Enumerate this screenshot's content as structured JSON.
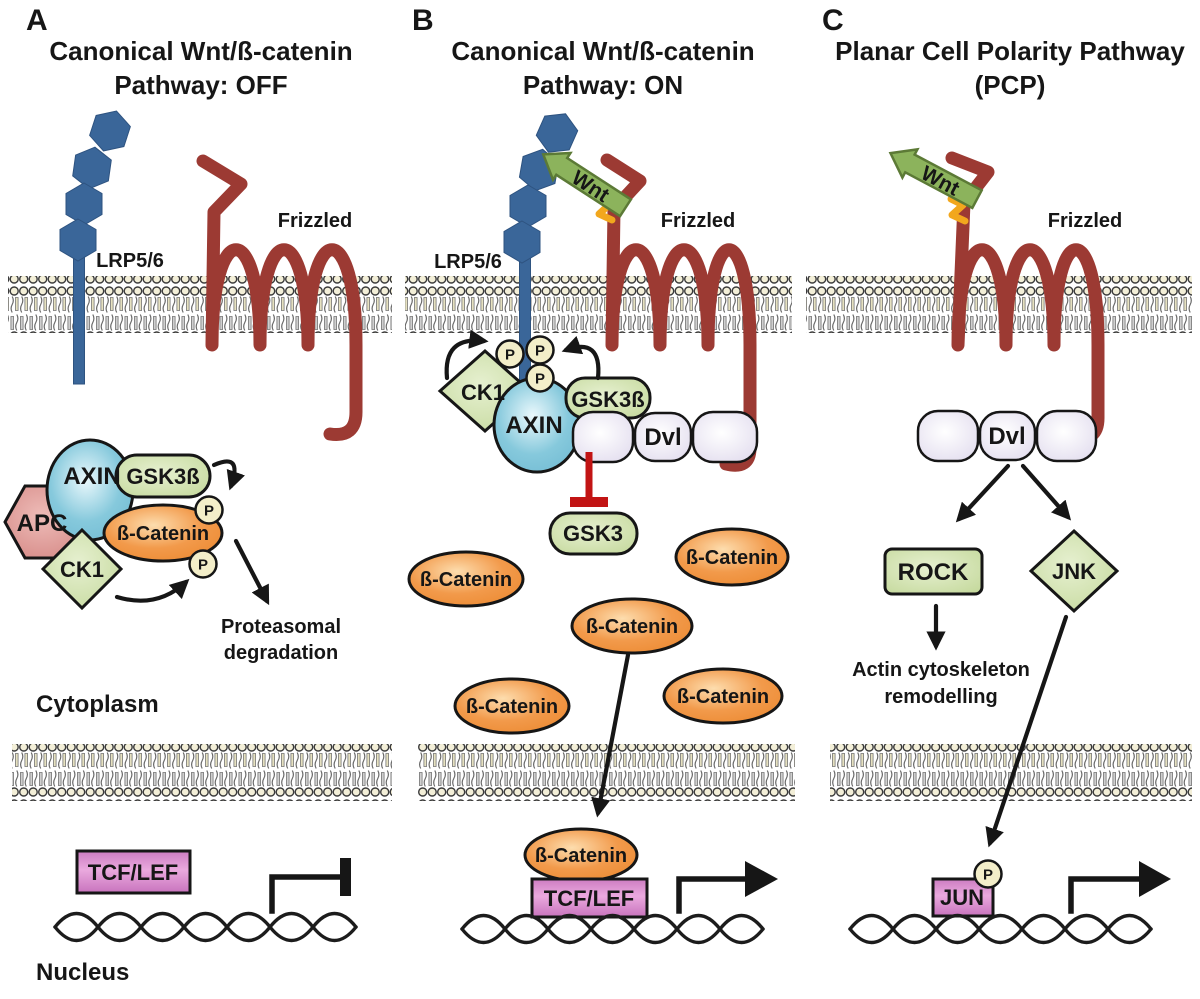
{
  "panel_a": {
    "label": "A",
    "title1": "Canonical Wnt/ß-catenin",
    "title2": "Pathway: OFF",
    "lrp": "LRP5/6",
    "frizzled": "Frizzled",
    "axin": "AXIN",
    "gsk3b": "GSK3ß",
    "apc": "APC",
    "ck1": "CK1",
    "b_catenin": "ß-Catenin",
    "p": "P",
    "proteasomal1": "Proteasomal",
    "proteasomal2": "degradation",
    "cytoplasm": "Cytoplasm",
    "nucleus": "Nucleus",
    "tcf_lef": "TCF/LEF"
  },
  "panel_b": {
    "label": "B",
    "title1": "Canonical Wnt/ß-catenin",
    "title2": "Pathway: ON",
    "lrp": "LRP5/6",
    "frizzled": "Frizzled",
    "wnt": "Wnt",
    "ck1": "CK1",
    "axin": "AXIN",
    "gsk3b": "GSK3ß",
    "dvl": "Dvl",
    "gsk3": "GSK3",
    "p": "P",
    "b_catenin": "ß-Catenin",
    "tcf_lef": "TCF/LEF"
  },
  "panel_c": {
    "label": "C",
    "title1": "Planar Cell Polarity Pathway",
    "title2": "(PCP)",
    "frizzled": "Frizzled",
    "wnt": "Wnt",
    "dvl": "Dvl",
    "rock": "ROCK",
    "jnk": "JNK",
    "jun": "JUN",
    "p": "P",
    "actin1": "Actin cytoskeleton",
    "actin2": "remodelling"
  },
  "colors": {
    "frizzled_red": "#9c3a33",
    "lrp_blue": "#3a6699",
    "wnt_green": "#8cb35c",
    "wnt_border": "#5c7a36",
    "bolt_yellow": "#f2a71d",
    "axin_blue": "#7ec5da",
    "enzyme_green": "#c4d99b",
    "apc_pink": "#d2827f",
    "b_catenin_orange": "#ef8f3a",
    "phosphate_cream": "#f3eec9",
    "dvl_lavender": "#e3ddef",
    "tf_pink": "#d183c6",
    "inhibit_red": "#c21414",
    "membrane_cream": "#f3efd8",
    "ink": "#161616"
  }
}
